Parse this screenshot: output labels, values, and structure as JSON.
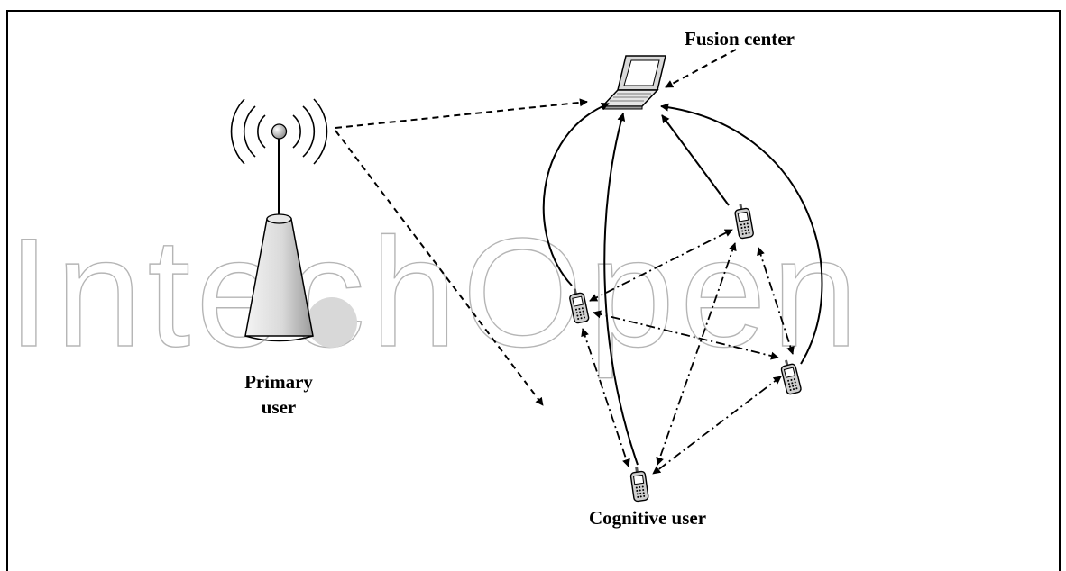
{
  "watermark": {
    "text": "IntechOpen"
  },
  "nodes": {
    "fusion_center": {
      "label": "Fusion center",
      "icon": "laptop-icon"
    },
    "primary_user": {
      "label_line1": "Primary",
      "label_line2": "user",
      "icon": "base-station-tower-icon"
    },
    "cognitive_user": {
      "label": "Cognitive user",
      "icon": "mobile-phone-icon"
    }
  },
  "link_styles": {
    "report_to_fusion": "solid-arrow",
    "primary_signal": "dashed-arrow",
    "cooperative_exchange": "dash-dot-double-arrow"
  }
}
